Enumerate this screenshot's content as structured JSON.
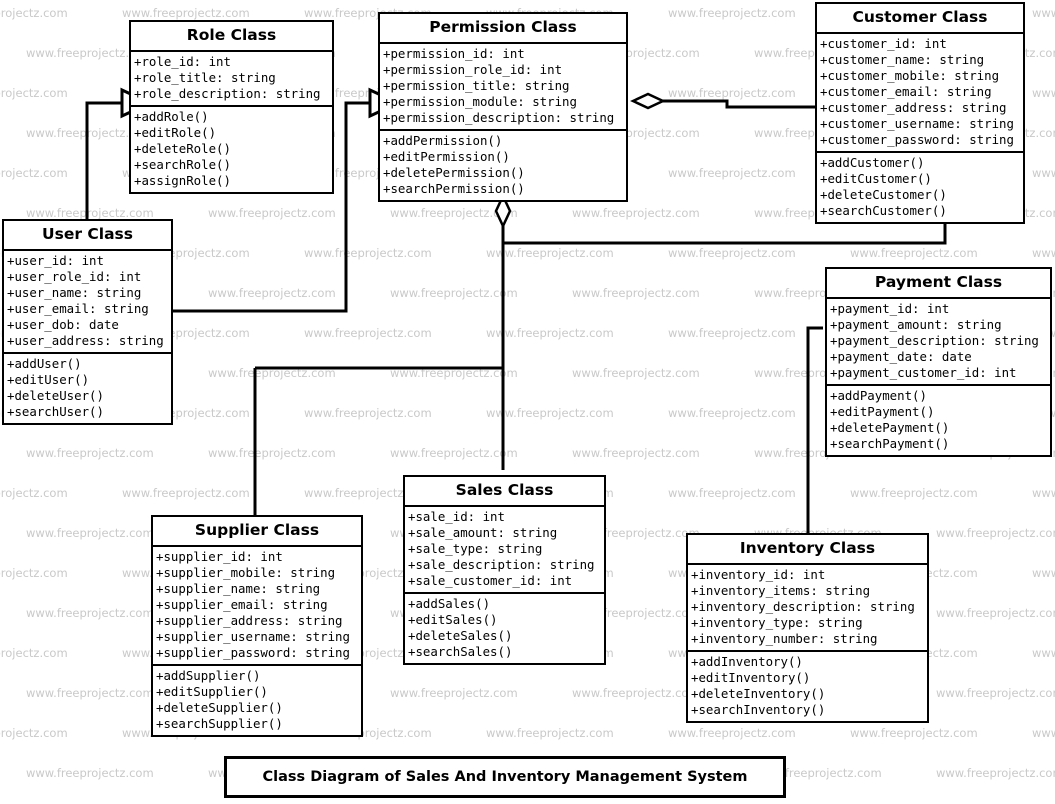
{
  "diagram": {
    "title": "Class Diagram of Sales And Inventory Management System",
    "watermark_text": "www.freeprojectz.com",
    "line_color": "#000000",
    "box_fill": "#ffffff",
    "watermark_color": "#c9c9c9"
  },
  "classes": [
    {
      "id": "role",
      "name": "Role Class",
      "attributes": [
        "+role_id: int",
        "+role_title: string",
        "+role_description: string"
      ],
      "methods": [
        "+addRole()",
        "+editRole()",
        "+deleteRole()",
        "+searchRole()",
        "+assignRole()"
      ]
    },
    {
      "id": "permission",
      "name": "Permission Class",
      "attributes": [
        "+permission_id: int",
        "+permission_role_id: int",
        "+permission_title: string",
        "+permission_module: string",
        "+permission_description: string"
      ],
      "methods": [
        "+addPermission()",
        "+editPermission()",
        "+deletePermission()",
        "+searchPermission()"
      ]
    },
    {
      "id": "customer",
      "name": "Customer Class",
      "attributes": [
        "+customer_id: int",
        "+customer_name: string",
        "+customer_mobile: string",
        "+customer_email: string",
        "+customer_address: string",
        "+customer_username: string",
        "+customer_password: string"
      ],
      "methods": [
        "+addCustomer()",
        "+editCustomer()",
        "+deleteCustomer()",
        "+searchCustomer()"
      ]
    },
    {
      "id": "user",
      "name": "User Class",
      "attributes": [
        "+user_id: int",
        "+user_role_id: int",
        "+user_name: string",
        "+user_email: string",
        "+user_dob: date",
        "+user_address: string"
      ],
      "methods": [
        "+addUser()",
        "+editUser()",
        "+deleteUser()",
        "+searchUser()"
      ]
    },
    {
      "id": "payment",
      "name": "Payment Class",
      "attributes": [
        "+payment_id: int",
        "+payment_amount: string",
        "+payment_description: string",
        "+payment_date: date",
        "+payment_customer_id: int"
      ],
      "methods": [
        "+addPayment()",
        "+editPayment()",
        "+deletePayment()",
        "+searchPayment()"
      ]
    },
    {
      "id": "supplier",
      "name": "Supplier Class",
      "attributes": [
        "+supplier_id: int",
        "+supplier_mobile: string",
        "+supplier_name: string",
        "+supplier_email: string",
        "+supplier_address: string",
        "+supplier_username: string",
        "+supplier_password: string"
      ],
      "methods": [
        "+addSupplier()",
        "+editSupplier()",
        "+deleteSupplier()",
        "+searchSupplier()"
      ]
    },
    {
      "id": "sales",
      "name": "Sales Class",
      "attributes": [
        "+sale_id: int",
        "+sale_amount: string",
        "+sale_type: string",
        "+sale_description: string",
        "+sale_customer_id: int"
      ],
      "methods": [
        "+addSales()",
        "+editSales()",
        "+deleteSales()",
        "+searchSales()"
      ]
    },
    {
      "id": "inventory",
      "name": "Inventory Class",
      "attributes": [
        "+inventory_id: int",
        "+inventory_items: string",
        "+inventory_description: string",
        "+inventory_type: string",
        "+inventory_number: string"
      ],
      "methods": [
        "+addInventory()",
        "+editInventory()",
        "+deleteInventory()",
        "+searchInventory()"
      ]
    }
  ],
  "relationships": [
    {
      "from": "user",
      "to": "role",
      "type": "generalization"
    },
    {
      "from": "user",
      "to": "permission",
      "type": "generalization"
    },
    {
      "from": "permission",
      "to": "customer",
      "type": "aggregation"
    },
    {
      "from": "permission",
      "to": "sales",
      "type": "aggregation"
    },
    {
      "from": "user",
      "to": "supplier",
      "type": "association"
    },
    {
      "from": "payment",
      "to": "inventory",
      "type": "association"
    },
    {
      "from": "customer",
      "to": "payment",
      "type": "association"
    }
  ]
}
